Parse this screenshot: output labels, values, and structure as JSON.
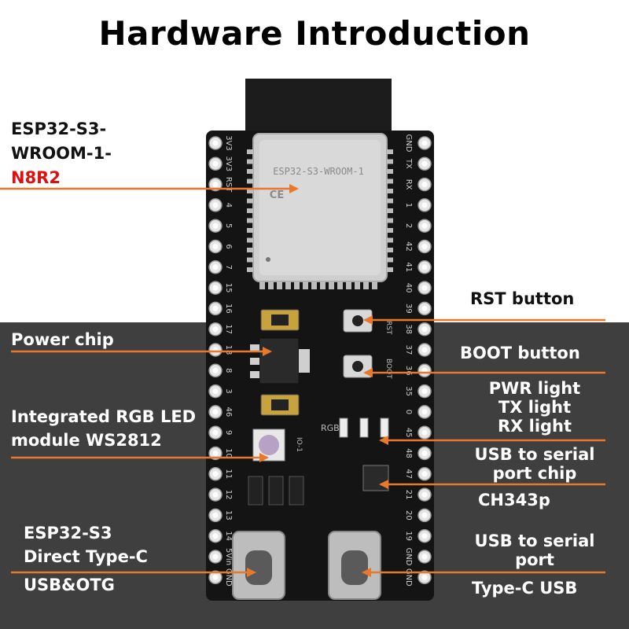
{
  "title": "Hardware Introduction",
  "colors": {
    "accent_red": "#e01010",
    "arrow_orange": "#e8782a",
    "dark_band": "#3f3f3f",
    "pcb": "#141414"
  },
  "module": {
    "silkscreen": "ESP32-S3-WROOM-1",
    "ce_mark": "CE"
  },
  "pins_left": [
    "3V3",
    "3V3",
    "RST",
    "4",
    "5",
    "6",
    "7",
    "15",
    "16",
    "17",
    "18",
    "8",
    "3",
    "46",
    "9",
    "10",
    "11",
    "12",
    "13",
    "14",
    "5Vin",
    "GND"
  ],
  "pins_right": [
    "GND",
    "TX",
    "RX",
    "1",
    "2",
    "42",
    "41",
    "40",
    "39",
    "38",
    "37",
    "36",
    "35",
    "0",
    "45",
    "48",
    "47",
    "21",
    "20",
    "19",
    "GND",
    "GND"
  ],
  "board_text": {
    "rst": "RST",
    "boot": "BOOT",
    "rgb": "RGB",
    "io": "IO-1"
  },
  "labels": {
    "esp_module_1": "ESP32-S3-",
    "esp_module_2": "WROOM-1-",
    "esp_module_3": "N8R2",
    "rst_button": "RST button",
    "power_chip": "Power chip",
    "boot_button": "BOOT button",
    "pwr_light": "PWR light",
    "tx_light": "TX light",
    "rx_light": "RX light",
    "rgb_led_1": "Integrated RGB LED",
    "rgb_led_2": "module WS2812",
    "usb_serial_chip_1": "USB to serial",
    "usb_serial_chip_2": "port chip",
    "ch343p": "CH343p",
    "esp_typec_1": "ESP32-S3",
    "esp_typec_2": "Direct Type-C",
    "esp_typec_3": "USB&OTG",
    "usb_serial_port_1": "USB to serial",
    "usb_serial_port_2": "port",
    "typec_usb": "Type-C USB"
  }
}
